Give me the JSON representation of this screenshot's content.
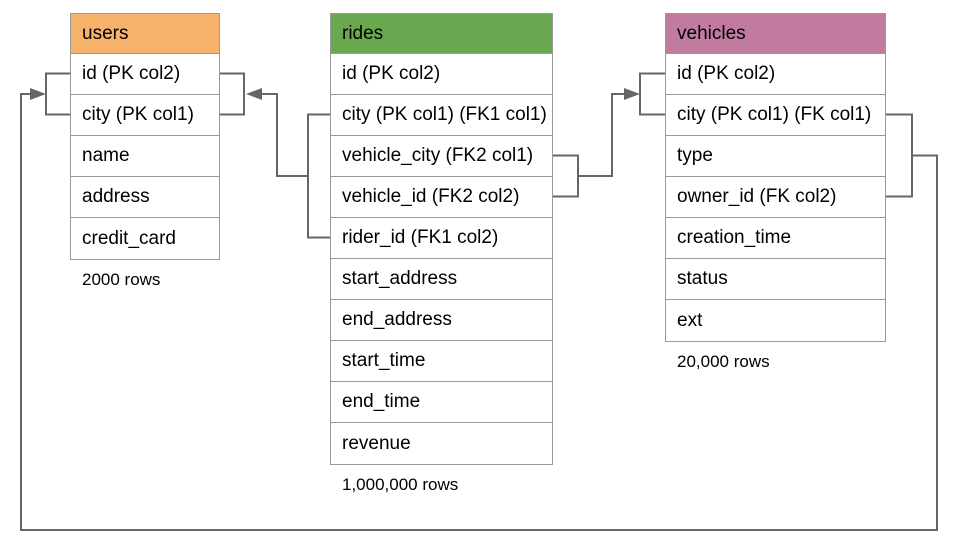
{
  "diagram": {
    "tables": [
      {
        "name": "users",
        "header_color": "#F6B26B",
        "columns": [
          "id (PK col2)",
          "city (PK col1)",
          "name",
          "address",
          "credit_card"
        ],
        "row_count": "2000 rows"
      },
      {
        "name": "rides",
        "header_color": "#6AA84F",
        "columns": [
          "id (PK col2)",
          "city (PK col1) (FK1 col1)",
          "vehicle_city (FK2 col1)",
          "vehicle_id (FK2 col2)",
          "rider_id (FK1 col2)",
          "start_address",
          "end_address",
          "start_time",
          "end_time",
          "revenue"
        ],
        "row_count": "1,000,000 rows"
      },
      {
        "name": "vehicles",
        "header_color": "#C27BA0",
        "columns": [
          "id (PK col2)",
          "city (PK col1) (FK col1)",
          "type",
          "owner_id (FK col2)",
          "creation_time",
          "status",
          "ext"
        ],
        "row_count": "20,000 rows"
      }
    ],
    "relationships": [
      {
        "from_table": "rides",
        "from_columns": [
          "city (PK col1) (FK1 col1)",
          "rider_id (FK1 col2)"
        ],
        "to_table": "users",
        "to_columns": [
          "id (PK col2)",
          "city (PK col1)"
        ]
      },
      {
        "from_table": "rides",
        "from_columns": [
          "vehicle_city (FK2 col1)",
          "vehicle_id (FK2 col2)"
        ],
        "to_table": "vehicles",
        "to_columns": [
          "id (PK col2)",
          "city (PK col1) (FK col1)"
        ]
      },
      {
        "from_table": "vehicles",
        "from_columns": [
          "city (PK col1) (FK col1)",
          "owner_id (FK col2)"
        ],
        "to_table": "users",
        "to_columns": [
          "id (PK col2)",
          "city (PK col1)"
        ]
      }
    ],
    "colors": {
      "users_header": "#F6B26B",
      "rides_header": "#6AA84F",
      "vehicles_header": "#C27BA0",
      "table_border": "#999999",
      "connector": "#666666"
    }
  }
}
